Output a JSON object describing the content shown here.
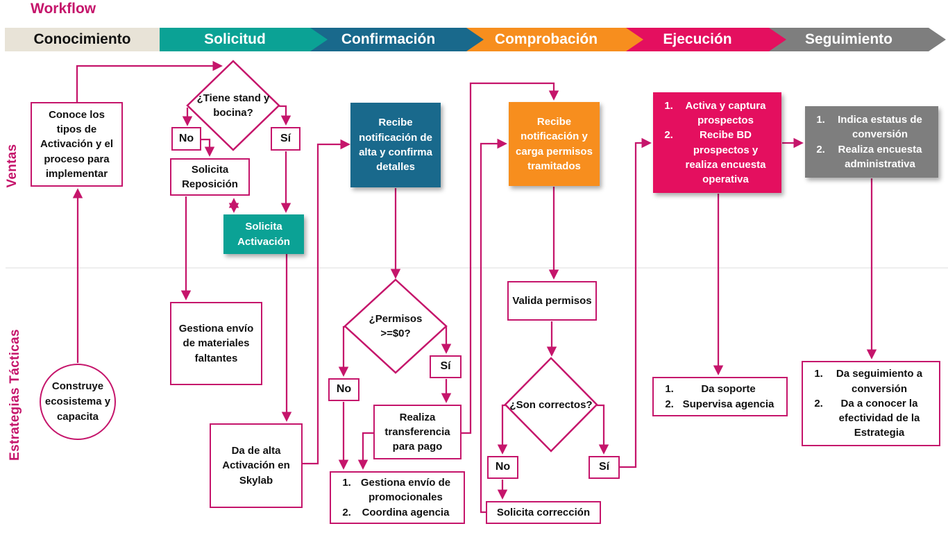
{
  "title": "Workflow",
  "colors": {
    "accent_magenta": "#C5156B",
    "beige": "#E8E3D7",
    "teal": "#0BA295",
    "blue": "#19698C",
    "orange": "#F78E1E",
    "crimson": "#E40F5F",
    "gray": "#7E7E7E",
    "lane_divider": "#E9E9E9"
  },
  "header": {
    "phases": [
      {
        "label": "Conocimiento",
        "color": "#E8E3D7"
      },
      {
        "label": "Solicitud",
        "color": "#0BA295"
      },
      {
        "label": "Confirmación",
        "color": "#19698C"
      },
      {
        "label": "Comprobación",
        "color": "#F78E1E"
      },
      {
        "label": "Ejecución",
        "color": "#E40F5F"
      },
      {
        "label": "Seguimiento",
        "color": "#7E7E7E"
      }
    ]
  },
  "lanes": {
    "top": "Ventas",
    "bottom": "Estrategias Tácticas"
  },
  "nodes": {
    "conoce": {
      "label": "Conoce los tipos de Activación y el proceso para implementar"
    },
    "tiene_stand": {
      "label": "¿Tiene stand y bocina?"
    },
    "no1": {
      "label": "No"
    },
    "si1": {
      "label": "Sí"
    },
    "solicita_reposicion": {
      "label": "Solicita Reposición"
    },
    "solicita_activacion": {
      "label": "Solicita Activación",
      "color": "#0BA295"
    },
    "gestiona_materiales": {
      "label": "Gestiona envío de materiales faltantes"
    },
    "da_de_alta": {
      "label": "Da de alta Activación en Skylab"
    },
    "construye": {
      "label": "Construye ecosistema y capacita"
    },
    "recibe_alta": {
      "label": "Recibe notificación de alta y confirma detalles",
      "color": "#19698C"
    },
    "permisos": {
      "label": "¿Permisos >=$0?"
    },
    "no2": {
      "label": "No"
    },
    "si2": {
      "label": "Sí"
    },
    "realiza_transferencia": {
      "label": "Realiza transferencia para pago"
    },
    "gestiona_promocionales": {
      "items": [
        "Gestiona envío de promocionales",
        "Coordina agencia"
      ]
    },
    "recibe_permisos": {
      "label": "Recibe notificación y carga permisos tramitados",
      "color": "#F78E1E"
    },
    "valida_permisos": {
      "label": "Valida permisos"
    },
    "son_correctos": {
      "label": "¿Son correctos?"
    },
    "no3": {
      "label": "No"
    },
    "si3": {
      "label": "Sí"
    },
    "solicita_correccion": {
      "label": "Solicita corrección"
    },
    "ejecucion_main": {
      "items": [
        "Activa y captura prospectos",
        "Recibe BD prospectos y realiza encuesta operativa"
      ],
      "color": "#E40F5F"
    },
    "da_soporte": {
      "items": [
        "Da soporte",
        "Supervisa agencia"
      ]
    },
    "seguimiento_main": {
      "items": [
        "Indica estatus de conversión",
        "Realiza encuesta administrativa"
      ],
      "color": "#7E7E7E"
    },
    "da_seguimiento": {
      "items": [
        "Da seguimiento a conversión",
        "Da a conocer la efectividad de la Estrategia"
      ]
    }
  }
}
